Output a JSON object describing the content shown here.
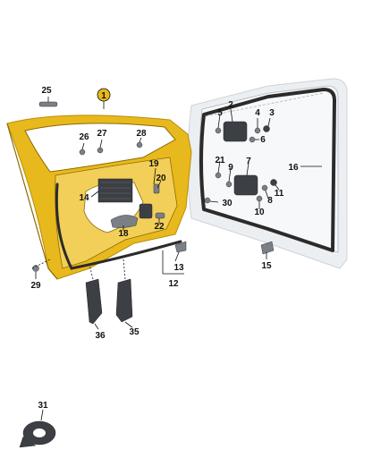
{
  "colors": {
    "door": "#e8b91c",
    "door_shadow": "#b98c0c",
    "body_panel": "#eceff2",
    "body_shadow": "#cdd3da",
    "seal": "#2b2b2b",
    "part_grey": "#7b8087",
    "part_dark": "#3c3f44",
    "highlight_badge": "#e8b91c"
  },
  "icons": {
    "door_shell": "car-door-shell-icon",
    "body_frame": "door-aperture-frame-icon",
    "tape_roll": "adhesive-tape-roll-icon"
  },
  "callouts": [
    {
      "id": "1",
      "label": "1",
      "highlighted": true
    },
    {
      "id": "2",
      "label": "2"
    },
    {
      "id": "3",
      "label": "3"
    },
    {
      "id": "4",
      "label": "4"
    },
    {
      "id": "5",
      "label": "5"
    },
    {
      "id": "6",
      "label": "6"
    },
    {
      "id": "7",
      "label": "7"
    },
    {
      "id": "8",
      "label": "8"
    },
    {
      "id": "9",
      "label": "9"
    },
    {
      "id": "10",
      "label": "10"
    },
    {
      "id": "11",
      "label": "11"
    },
    {
      "id": "12",
      "label": "12"
    },
    {
      "id": "13",
      "label": "13"
    },
    {
      "id": "14",
      "label": "14"
    },
    {
      "id": "15",
      "label": "15"
    },
    {
      "id": "16",
      "label": "16"
    },
    {
      "id": "18",
      "label": "18"
    },
    {
      "id": "19",
      "label": "19"
    },
    {
      "id": "20",
      "label": "20"
    },
    {
      "id": "21",
      "label": "21"
    },
    {
      "id": "22",
      "label": "22"
    },
    {
      "id": "25",
      "label": "25"
    },
    {
      "id": "26",
      "label": "26"
    },
    {
      "id": "27",
      "label": "27"
    },
    {
      "id": "28",
      "label": "28"
    },
    {
      "id": "29",
      "label": "29"
    },
    {
      "id": "30",
      "label": "30"
    },
    {
      "id": "31",
      "label": "31"
    },
    {
      "id": "35",
      "label": "35"
    },
    {
      "id": "36",
      "label": "36"
    }
  ]
}
